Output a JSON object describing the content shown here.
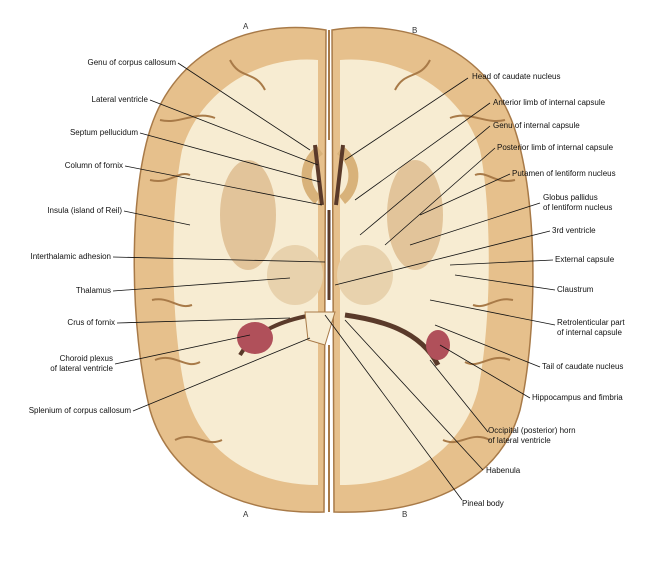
{
  "orientation_marks": {
    "top_left": "A",
    "top_right": "B",
    "bottom_left": "A",
    "bottom_right": "B"
  },
  "labels_left": [
    "Genu of corpus callosum",
    "Lateral ventricle",
    "Septum pellucidum",
    "Column of fornix",
    "Insula (island of Reil)",
    "Interthalamic adhesion",
    "Thalamus",
    "Crus of fornix",
    [
      "Choroid plexus",
      "of lateral ventricle"
    ],
    "Splenium of corpus callosum"
  ],
  "labels_right": [
    "Head of caudate nucleus",
    "Anterior limb of internal capsule",
    "Genu of internal capsule",
    "Posterior limb of internal capsule",
    "Putamen of lentiform nucleus",
    [
      "Globus pallidus",
      "of lentiform nucleus"
    ],
    "3rd ventricle",
    "External capsule",
    "Claustrum",
    [
      "Retrolenticular part",
      "of internal capsule"
    ],
    "Tail of caudate nucleus",
    "Hippocampus and fimbria",
    [
      "Occipital (posterior) horn",
      "of lateral ventricle"
    ],
    "Habenula",
    "Pineal body"
  ],
  "colors": {
    "gray_matter": "#e6c08c",
    "white_matter": "#f7ecd2",
    "ventricle": "#5a3a2a",
    "choroid": "#b0505a"
  }
}
